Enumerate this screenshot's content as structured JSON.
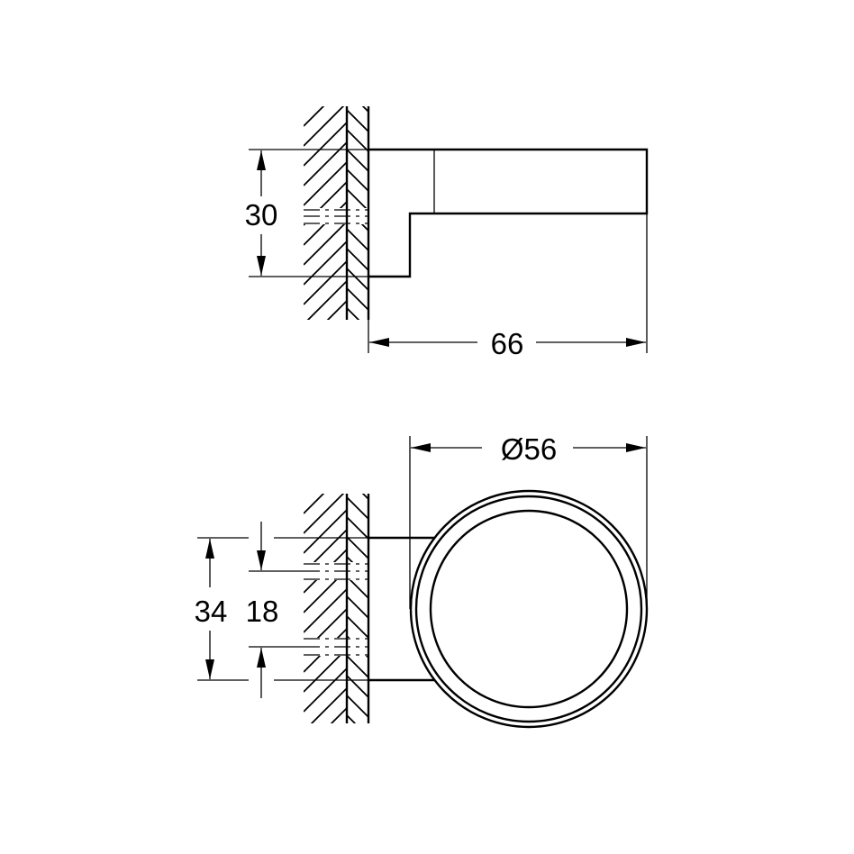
{
  "drawing": {
    "type": "technical-dimension-drawing",
    "line_color": "#000000",
    "background": "#ffffff",
    "top_view": {
      "name": "side-elevation",
      "dimensions": {
        "height": {
          "label": "30",
          "value": 30
        },
        "projection": {
          "label": "66",
          "value": 66
        }
      }
    },
    "front_view": {
      "name": "front-elevation",
      "dimensions": {
        "diameter": {
          "label": "Ø56",
          "symbol": "Ø",
          "value": 56
        },
        "mount_height": {
          "label": "34",
          "value": 34
        },
        "hole_spacing": {
          "label": "18",
          "value": 18
        }
      }
    }
  }
}
